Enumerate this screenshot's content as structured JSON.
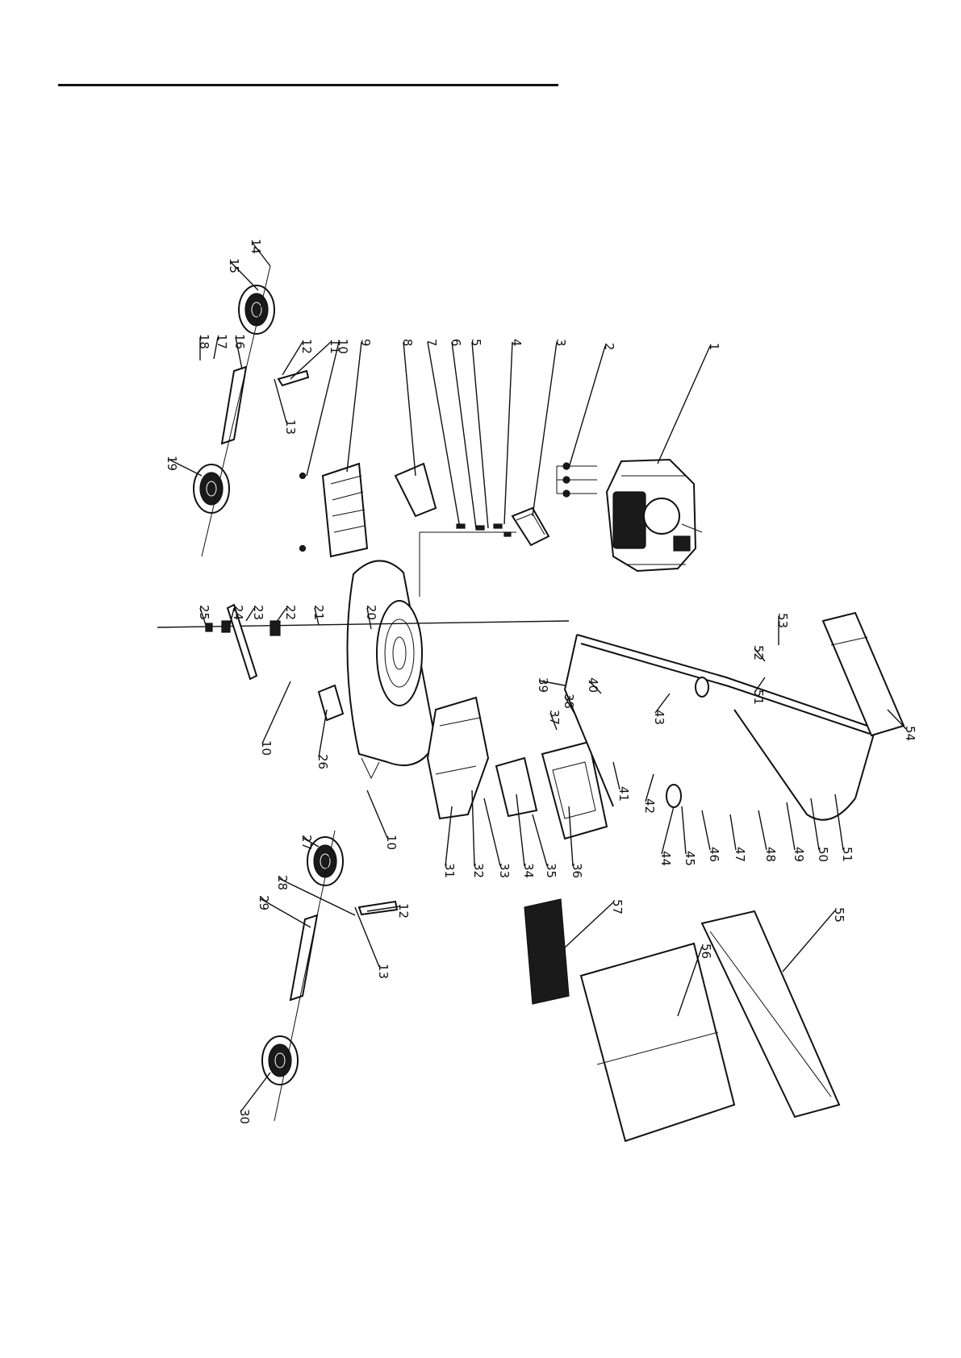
{
  "diagram": {
    "part_numbers": [
      "1",
      "2",
      "3",
      "4",
      "5",
      "6",
      "7",
      "8",
      "9",
      "10",
      "11",
      "12",
      "13",
      "14",
      "15",
      "16",
      "17",
      "18",
      "19",
      "20",
      "21",
      "22",
      "23",
      "24",
      "25",
      "10",
      "26",
      "27",
      "10",
      "28",
      "12",
      "29",
      "13",
      "30",
      "31",
      "32",
      "33",
      "34",
      "35",
      "36",
      "37",
      "38",
      "39",
      "40",
      "41",
      "42",
      "43",
      "44",
      "45",
      "46",
      "47",
      "48",
      "49",
      "50",
      "51",
      "51",
      "52",
      "53",
      "54",
      "55",
      "56",
      "57"
    ]
  }
}
